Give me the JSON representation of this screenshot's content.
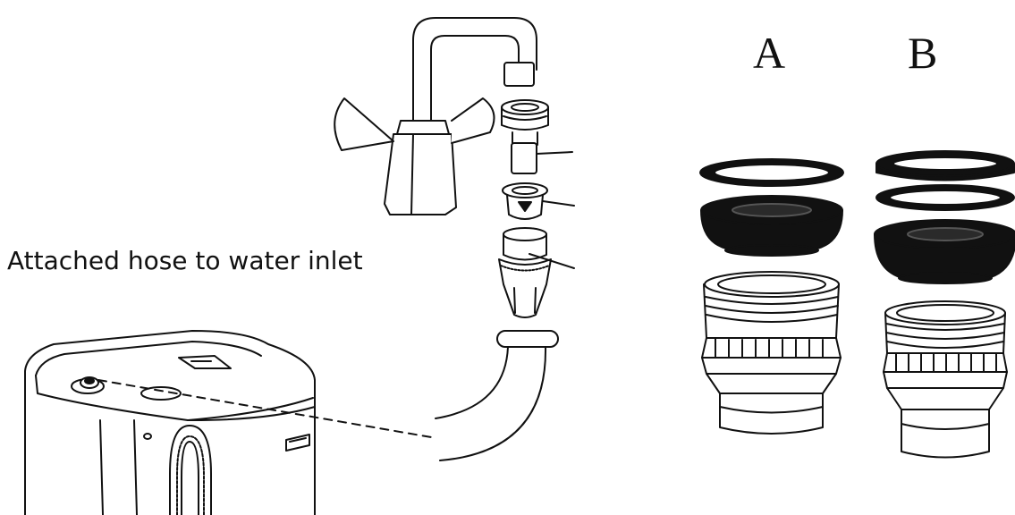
{
  "caption": "Attached hose to water inlet",
  "kits": [
    {
      "label": "A",
      "parts": [
        "thin-washer",
        "rubber-cone-washer",
        "threaded-adapter-long"
      ]
    },
    {
      "label": "B",
      "parts": [
        "thick-washer",
        "thin-washer",
        "rubber-cone-washer",
        "threaded-adapter-short"
      ]
    }
  ],
  "colors": {
    "line": "#111111",
    "rubber": "#1a1a1a",
    "background": "#ffffff"
  }
}
